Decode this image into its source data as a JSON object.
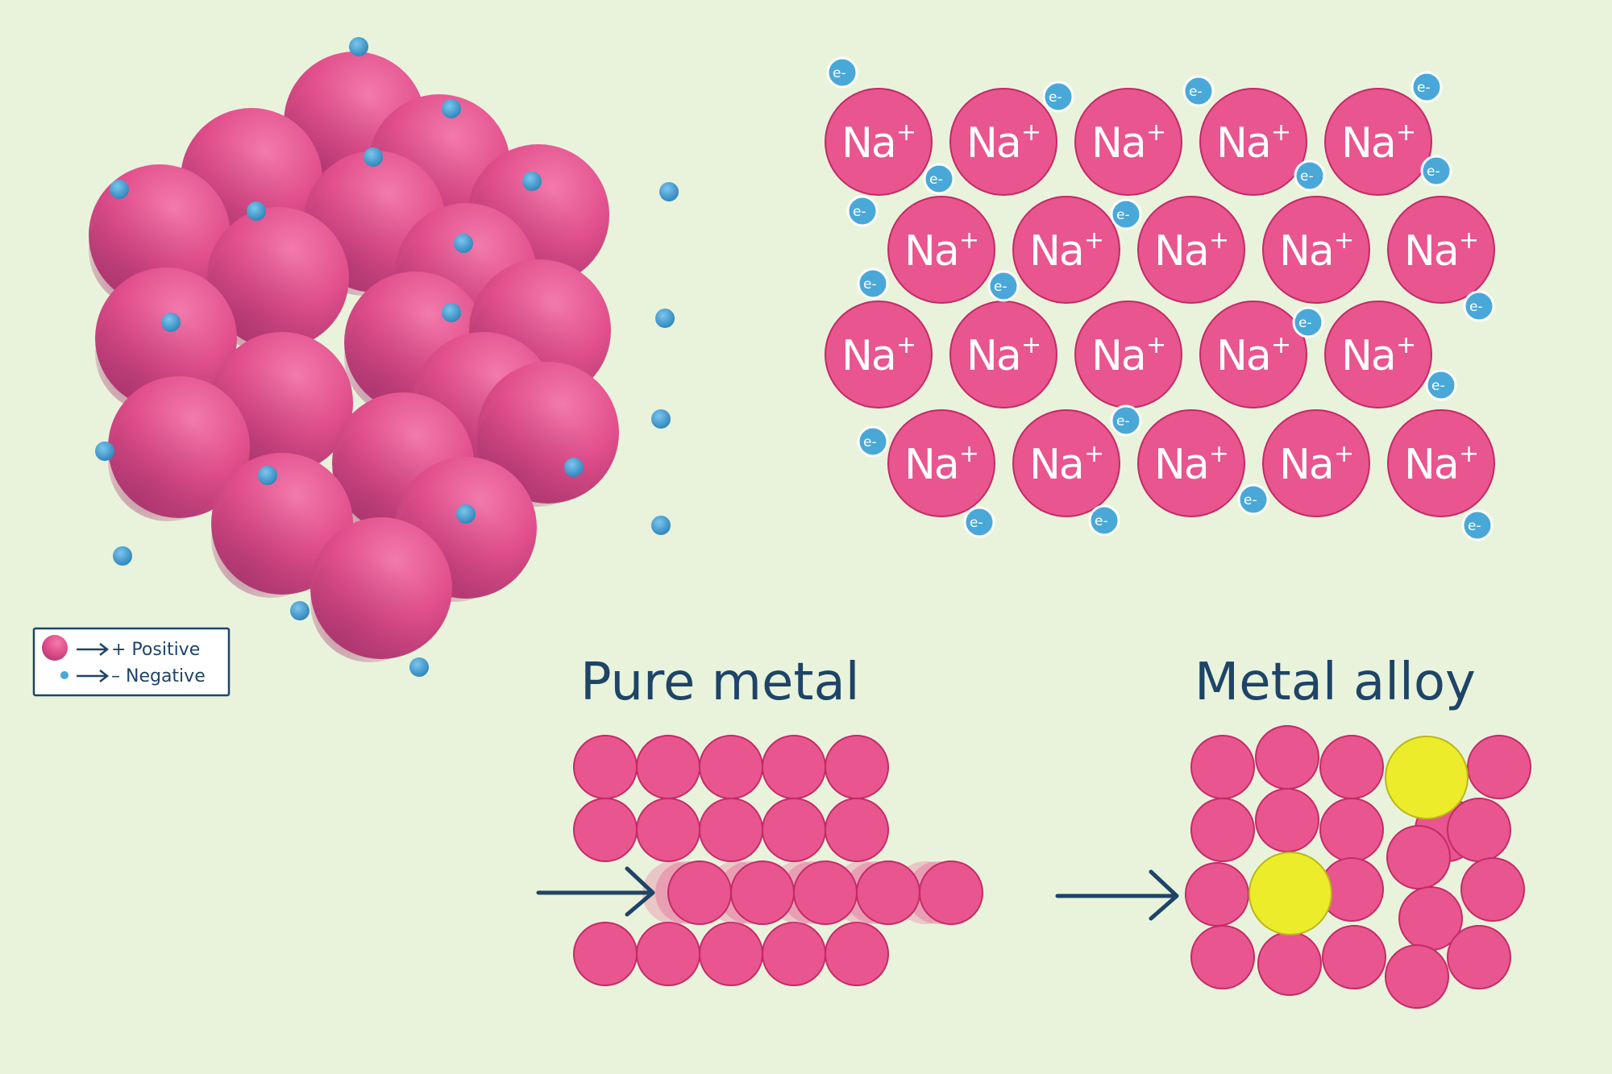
{
  "ion": {
    "symbol": "Na",
    "charge": "+"
  },
  "electron": {
    "label": "e-"
  },
  "legend": {
    "positive": "+ Positive",
    "negative": "– Negative"
  },
  "headings": {
    "pure": "Pure metal",
    "alloy": "Metal alloy"
  },
  "colors": {
    "background": "#e9f3dc",
    "metal_atom": "#e8558f",
    "metal_outline": "#c42a66",
    "electron": "#4aa8d8",
    "alloy_atom": "#ecec2a",
    "text_dark": "#1e4466"
  },
  "icons": [
    "arrow-right-icon"
  ]
}
